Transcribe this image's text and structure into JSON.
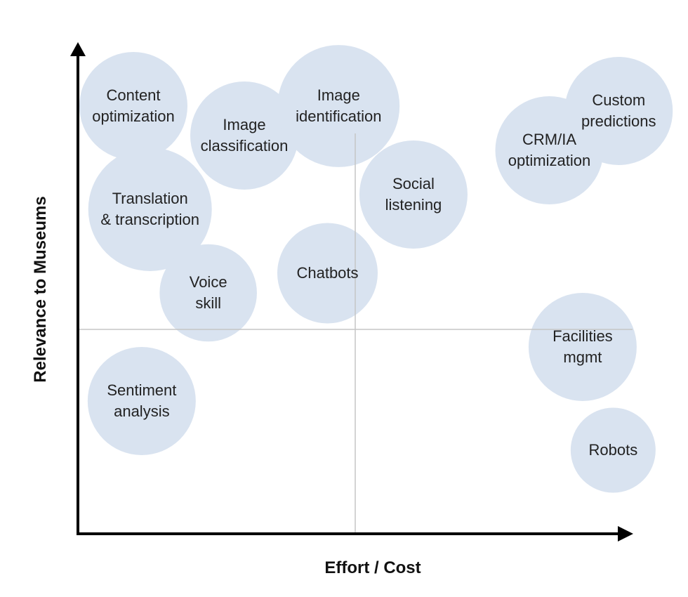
{
  "chart_data": {
    "type": "scatter",
    "title": "",
    "xlabel": "Effort / Cost",
    "ylabel": "Relevance to Museums",
    "xlim": [
      0,
      100
    ],
    "ylim": [
      0,
      100
    ],
    "grid": false,
    "quadrant_lines": {
      "x": 50,
      "y": 50
    },
    "bubble_color": "#d9e3f0",
    "points": [
      {
        "label": [
          "Content",
          "optimization"
        ],
        "x": 10,
        "y": 87,
        "size": 7
      },
      {
        "label": [
          "Image",
          "classification"
        ],
        "x": 30,
        "y": 81,
        "size": 7
      },
      {
        "label": [
          "Image",
          "identification"
        ],
        "x": 47,
        "y": 87,
        "size": 7.9
      },
      {
        "label": [
          "Social",
          "listening"
        ],
        "x": 60.5,
        "y": 69,
        "size": 7
      },
      {
        "label": [
          "Translation",
          "& transcription"
        ],
        "x": 13,
        "y": 66,
        "size": 8
      },
      {
        "label": [
          "Voice",
          "skill"
        ],
        "x": 23.5,
        "y": 49,
        "size": 6.3
      },
      {
        "label": [
          "Chatbots"
        ],
        "x": 45,
        "y": 53,
        "size": 6.5
      },
      {
        "label": [
          "CRM/IA",
          "optimization"
        ],
        "x": 85,
        "y": 78,
        "size": 7
      },
      {
        "label": [
          "Custom",
          "predictions"
        ],
        "x": 97.5,
        "y": 86,
        "size": 7
      },
      {
        "label": [
          "Facilities",
          "mgmt"
        ],
        "x": 91,
        "y": 38,
        "size": 7
      },
      {
        "label": [
          "Sentiment",
          "analysis"
        ],
        "x": 11.5,
        "y": 27,
        "size": 7
      },
      {
        "label": [
          "Robots"
        ],
        "x": 96.5,
        "y": 17,
        "size": 5.5
      }
    ]
  }
}
